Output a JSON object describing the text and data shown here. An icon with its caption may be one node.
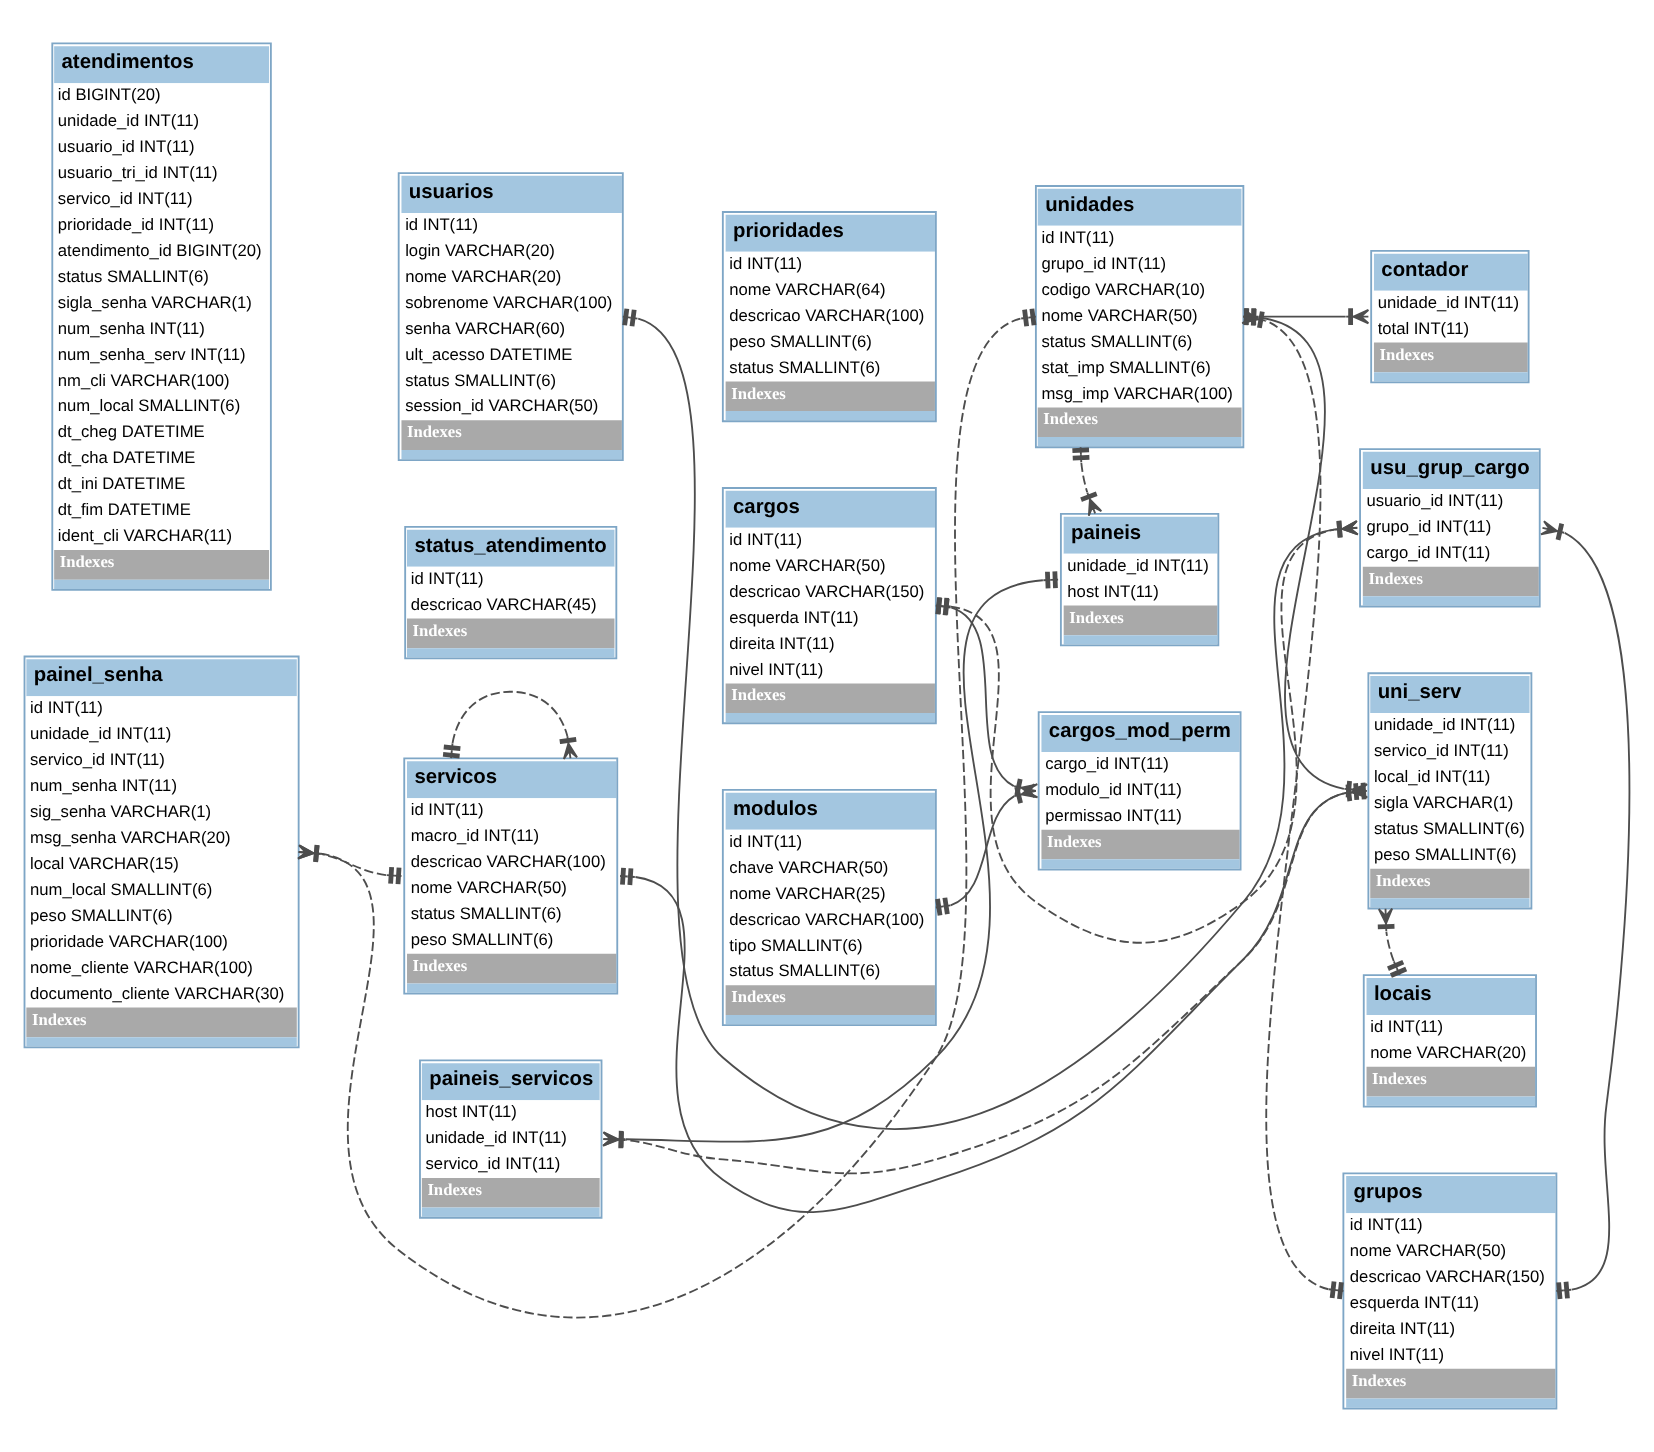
{
  "diagram": {
    "nodes": [
      {
        "text": [
          "atendimentos",
          "id BIGINT(20)",
          "unidade_id INT(11)",
          "usuario_id INT(11)",
          "usuario_tri_id INT(11)",
          "servico_id INT(11)",
          "prioridade_id INT(11)",
          "atendimento_id BIGINT(20)",
          "status SMALLINT(6)",
          "sigla_senha VARCHAR(1)",
          "num_senha INT(11)",
          "num_senha_serv INT(11)",
          "nm_cli VARCHAR(100)",
          "num_local SMALLINT(6)",
          "dt_cheg DATETIME",
          "dt_cha DATETIME",
          "dt_ini DATETIME",
          "dt_fim DATETIME",
          "ident_cli VARCHAR(11)",
          "Indexes"
        ]
      },
      {
        "text": [
          "usuarios",
          "id INT(11)",
          "login VARCHAR(20)",
          "nome VARCHAR(20)",
          "sobrenome VARCHAR(100)",
          "senha VARCHAR(60)",
          "ult_acesso DATETIME",
          "status SMALLINT(6)",
          "session_id VARCHAR(50)",
          "Indexes"
        ]
      },
      {
        "text": [
          "prioridades",
          "id INT(11)",
          "nome VARCHAR(64)",
          "descricao VARCHAR(100)",
          "peso SMALLINT(6)",
          "status SMALLINT(6)",
          "Indexes"
        ]
      },
      {
        "text": [
          "unidades",
          "id INT(11)",
          "grupo_id INT(11)",
          "codigo VARCHAR(10)",
          "nome VARCHAR(50)",
          "status SMALLINT(6)",
          "stat_imp SMALLINT(6)",
          "msg_imp VARCHAR(100)",
          "Indexes"
        ]
      },
      {
        "text": [
          "contador",
          "unidade_id INT(11)",
          "total INT(11)",
          "Indexes"
        ]
      },
      {
        "text": [
          "status_atendimento",
          "id INT(11)",
          "descricao VARCHAR(45)",
          "Indexes"
        ]
      },
      {
        "text": [
          "cargos",
          "id INT(11)",
          "nome VARCHAR(50)",
          "descricao VARCHAR(150)",
          "esquerda INT(11)",
          "direita INT(11)",
          "nivel INT(11)",
          "Indexes"
        ]
      },
      {
        "text": [
          "usu_grup_cargo",
          "usuario_id INT(11)",
          "grupo_id INT(11)",
          "cargo_id INT(11)",
          "Indexes"
        ]
      },
      {
        "text": [
          "servicos",
          "id INT(11)",
          "macro_id INT(11)",
          "descricao VARCHAR(100)",
          "nome VARCHAR(50)",
          "status SMALLINT(6)",
          "peso SMALLINT(6)",
          "Indexes"
        ]
      },
      {
        "text": [
          "paineis",
          "unidade_id INT(11)",
          "host INT(11)",
          "Indexes"
        ]
      },
      {
        "text": [
          "uni_serv",
          "unidade_id INT(11)",
          "servico_id INT(11)",
          "local_id INT(11)",
          "sigla VARCHAR(1)",
          "status SMALLINT(6)",
          "peso SMALLINT(6)",
          "Indexes"
        ]
      },
      {
        "text": [
          "modulos",
          "id INT(11)",
          "chave VARCHAR(50)",
          "nome VARCHAR(25)",
          "descricao VARCHAR(100)",
          "tipo SMALLINT(6)",
          "status SMALLINT(6)",
          "Indexes"
        ]
      },
      {
        "text": [
          "locais",
          "id INT(11)",
          "nome VARCHAR(20)",
          "Indexes"
        ]
      },
      {
        "text": [
          "painel_senha",
          "id INT(11)",
          "unidade_id INT(11)",
          "servico_id INT(11)",
          "num_senha INT(11)",
          "sig_senha VARCHAR(1)",
          "msg_senha VARCHAR(20)",
          "local VARCHAR(15)",
          "num_local SMALLINT(6)",
          "peso SMALLINT(6)",
          "prioridade VARCHAR(100)",
          "nome_cliente VARCHAR(100)",
          "documento_cliente VARCHAR(30)",
          "Indexes"
        ]
      },
      {
        "text": [
          "cargos_mod_perm",
          "cargo_id INT(11)",
          "modulo_id INT(11)",
          "permissao INT(11)",
          "Indexes"
        ]
      },
      {
        "text": [
          "paineis_servicos",
          "host INT(11)",
          "unidade_id INT(11)",
          "servico_id INT(11)",
          "Indexes"
        ]
      },
      {
        "text": [
          "grupos",
          "id INT(11)",
          "nome VARCHAR(50)",
          "descricao VARCHAR(150)",
          "esquerda INT(11)",
          "direita INT(11)",
          "nivel INT(11)",
          "Indexes"
        ]
      }
    ],
    "edges": [
      {
        "from": 1,
        "to": 7,
        "arrow": "other"
      },
      {
        "from": 3,
        "to": 13,
        "arrow": "other",
        "style": "dashed"
      },
      {
        "from": 3,
        "to": 4,
        "arrow": "other"
      },
      {
        "from": 3,
        "to": 10,
        "arrow": "other"
      },
      {
        "from": 3,
        "to": 9,
        "arrow": "other",
        "style": "dashed"
      },
      {
        "from": 16,
        "to": 3,
        "arrow": "other",
        "style": "dashed"
      },
      {
        "from": 6,
        "to": 7,
        "arrow": "other",
        "style": "dashed"
      },
      {
        "from": 16,
        "to": 7,
        "arrow": "other"
      },
      {
        "from": 8,
        "to": 8,
        "arrow": "other",
        "style": "dashed"
      },
      {
        "from": 8,
        "to": 13,
        "arrow": "other",
        "style": "dashed"
      },
      {
        "from": 8,
        "to": 10,
        "arrow": "other"
      },
      {
        "from": 6,
        "to": 14,
        "arrow": "other"
      },
      {
        "from": 11,
        "to": 14,
        "arrow": "other"
      },
      {
        "from": 9,
        "to": 15,
        "arrow": "other"
      },
      {
        "from": 10,
        "to": 15,
        "arrow": "other",
        "style": "dashed"
      },
      {
        "from": 12,
        "to": 10,
        "arrow": "other",
        "style": "dashed"
      }
    ]
  }
}
